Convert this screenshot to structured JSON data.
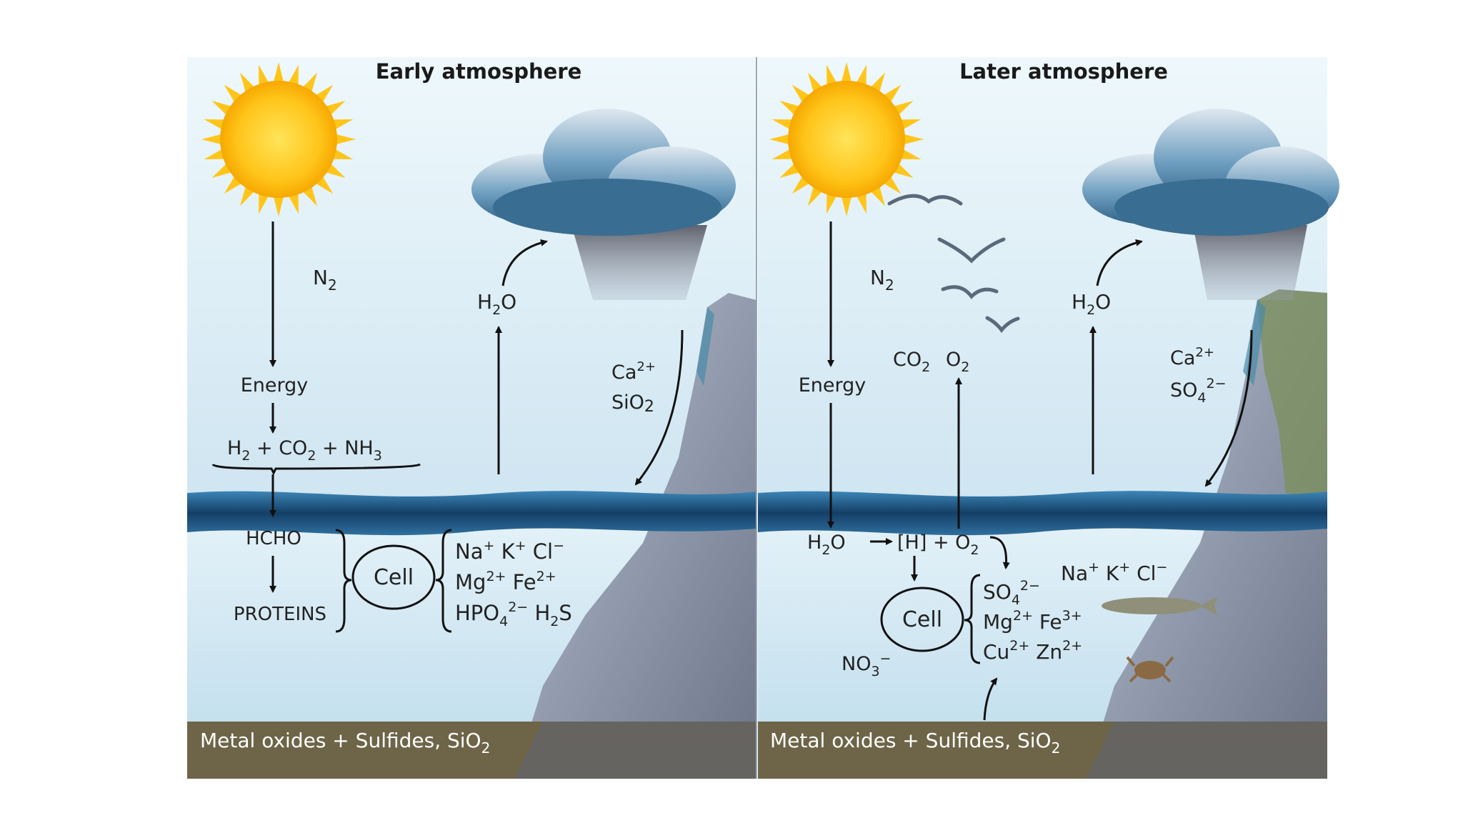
{
  "panels": {
    "early": {
      "title": "Early atmosphere",
      "n2": "N",
      "n2_sub": "2",
      "energy": "Energy",
      "eq_h": "H",
      "eq_h_sub": "2",
      "eq_plus1": " + CO",
      "eq_co_sub": "2",
      "eq_plus2": " + NH",
      "eq_nh_sub": "3",
      "h2o_h": "H",
      "h2o_sub": "2",
      "h2o_o": "O",
      "ca": "Ca",
      "ca_sup": "2+",
      "sio": "SiO",
      "sio_sub": "2",
      "hcho": "HCHO",
      "proteins": "PROTEINS",
      "cell": "Cell",
      "ions_row1_a": "Na",
      "ions_row1_a_sup": "+",
      "ions_row1_b": " K",
      "ions_row1_b_sup": "+",
      "ions_row1_c": " Cl",
      "ions_row1_c_sup": "−",
      "ions_row2_a": "Mg",
      "ions_row2_a_sup": "2+",
      "ions_row2_b": " Fe",
      "ions_row2_b_sup": "2+",
      "ions_row3_a": "HPO",
      "ions_row3_a_sub": "4",
      "ions_row3_a_sup": "2−",
      "ions_row3_b": " H",
      "ions_row3_b_sub": "2",
      "ions_row3_c": "S",
      "sediment": "Metal oxides + Sulfides, SiO",
      "sediment_sub": "2"
    },
    "later": {
      "title": "Later atmosphere",
      "n2": "N",
      "n2_sub": "2",
      "energy": "Energy",
      "co2": "CO",
      "co2_sub": "2",
      "o2": "O",
      "o2_sub": "2",
      "h2o_h": "H",
      "h2o_sub": "2",
      "h2o_o": "O",
      "ca": "Ca",
      "ca_sup": "2+",
      "so4": "SO",
      "so4_sub": "4",
      "so4_sup": "2−",
      "eq_h2o_h": "H",
      "eq_h2o_sub": "2",
      "eq_h2o_o": "O",
      "eq_h": "[H] + O",
      "eq_o_sub": "2",
      "cell": "Cell",
      "no3": "NO",
      "no3_sub": "3",
      "no3_sup": "−",
      "ions_row1_a": "SO",
      "ions_row1_a_sub": "4",
      "ions_row1_a_sup": "2−",
      "ions_row2_a": "Mg",
      "ions_row2_a_sup": "2+",
      "ions_row2_b": " Fe",
      "ions_row2_b_sup": "3+",
      "ions_row3_a": "Cu",
      "ions_row3_a_sup": "2+",
      "ions_row3_b": " Zn",
      "ions_row3_b_sup": "2+",
      "na_a": "Na",
      "na_a_sup": "+",
      "na_b": " K",
      "na_b_sup": "+",
      "na_c": " Cl",
      "na_c_sup": "−",
      "sediment": "Metal oxides + Sulfides, SiO",
      "sediment_sub": "2"
    }
  },
  "colors": {
    "sky_top": "#eaf6fb",
    "sky_bottom": "#cfe6f1",
    "water": "#2e6f9c",
    "water_dark": "#123a5e",
    "sea": "#d7ebf5",
    "sediment": "#6e6548",
    "mountain": "#8c96a8",
    "sun": "#ffcc1a",
    "sun_core": "#ffb000"
  },
  "icons": [
    "sun-icon",
    "rain-cloud-icon",
    "mountain-icon",
    "bird-icon",
    "fish-icon",
    "crab-icon"
  ]
}
